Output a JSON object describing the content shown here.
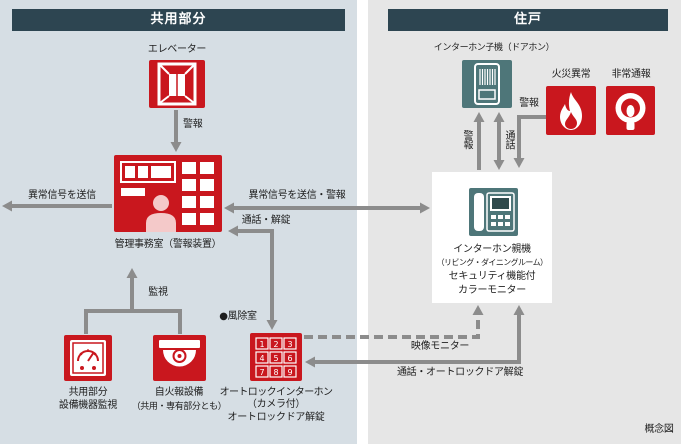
{
  "panels": {
    "common": {
      "title": "共用部分"
    },
    "dwelling": {
      "title": "住戸"
    }
  },
  "devices": {
    "elevator": {
      "label": "エレベーター",
      "icon": "elevator-icon"
    },
    "management_office": {
      "label": "管理事務室（警報装置）",
      "icon": "alarm-console-icon"
    },
    "facility_monitor": {
      "lines": [
        "共用部分",
        "設備機器監視"
      ],
      "icon": "meter-gauge-icon"
    },
    "fire_alarm_equipment": {
      "lines": [
        "自火報設備",
        "（共用・専有部分とも）"
      ],
      "icon": "smoke-detector-icon"
    },
    "vestibule": {
      "label": "●風除室"
    },
    "autolock_intercom": {
      "lines": [
        "オートロックインターホン",
        "（カメラ付）",
        "オートロックドア解錠"
      ],
      "icon": "keypad-icon",
      "keypad_keys": [
        "1",
        "2",
        "3",
        "4",
        "5",
        "6",
        "7",
        "8",
        "9"
      ]
    },
    "door_phone": {
      "label": "インターホン子機（ドアホン）",
      "icon": "door-phone-icon"
    },
    "fire_detector": {
      "label": "火災異常",
      "icon": "flame-icon"
    },
    "emergency_call": {
      "label": "非常通報",
      "icon": "emergency-button-icon"
    },
    "main_unit": {
      "lines": [
        "インターホン親機",
        "（リビング・ダイニングルーム）",
        "セキュリティ機能付",
        "カラーモニター"
      ],
      "icon": "intercom-monitor-icon"
    }
  },
  "connections": {
    "elevator_to_office": "警報",
    "office_to_outside": "異常信号を送信",
    "office_to_main_unit": "異常信号を送信・警報",
    "office_to_autolock": "通話・解錠",
    "equipment_to_office": "監視",
    "fire_to_main_unit": "警報",
    "door_phone_alarm": "警報",
    "door_phone_call": "通話",
    "autolock_video": "映像モニター",
    "main_unit_to_autolock": "通話・オートロックドア解錠"
  },
  "footer": {
    "note": "概念図"
  },
  "colors": {
    "device_red": "#c9171e",
    "device_teal": "#4e7679",
    "header": "#2d4551",
    "common_bg": "#d6dee4",
    "dwelling_bg": "#e6e6e6",
    "arrow": "#8c8c8c"
  }
}
